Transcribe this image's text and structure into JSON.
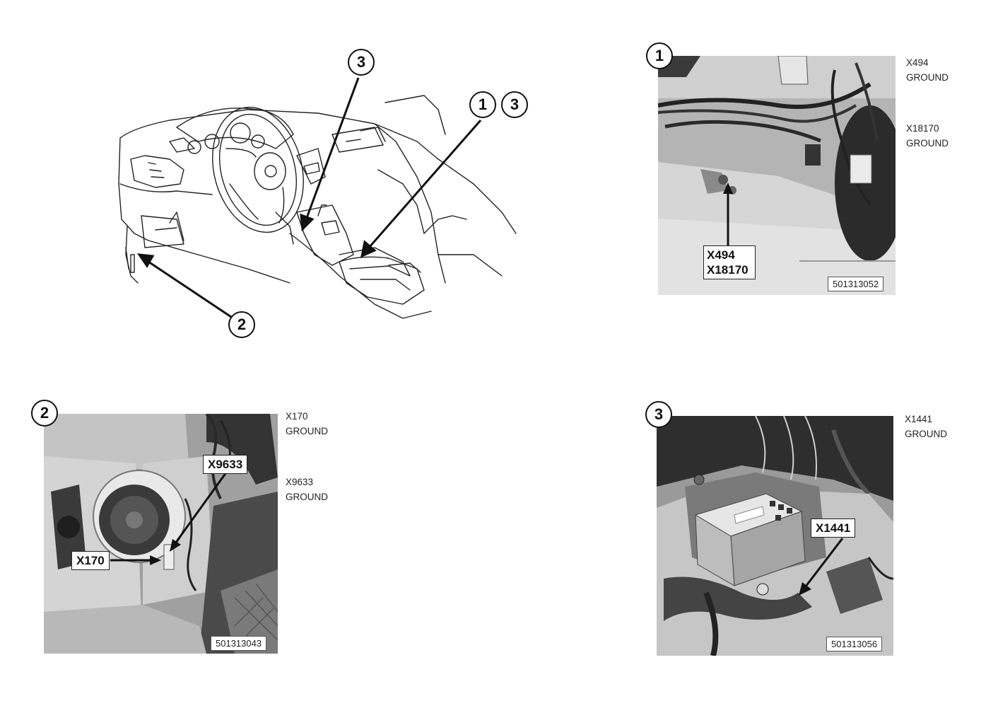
{
  "overview": {
    "callout_top": "3",
    "callout_right_a": "1",
    "callout_right_b": "3",
    "callout_bottom": "2"
  },
  "panel1": {
    "number": "1",
    "connector_label_line1": "X494",
    "connector_label_line2": "X18170",
    "image_id": "501313052",
    "legend": [
      {
        "code": "X494",
        "type": "GROUND"
      },
      {
        "code": "X18170",
        "type": "GROUND"
      }
    ]
  },
  "panel2": {
    "number": "2",
    "label_upper": "X9633",
    "label_lower": "X170",
    "image_id": "501313043",
    "legend": [
      {
        "code": "X170",
        "type": "GROUND"
      },
      {
        "code": "X9633",
        "type": "GROUND"
      }
    ]
  },
  "panel3": {
    "number": "3",
    "label": "X1441",
    "image_id": "501313056",
    "legend": [
      {
        "code": "X1441",
        "type": "GROUND"
      }
    ]
  }
}
